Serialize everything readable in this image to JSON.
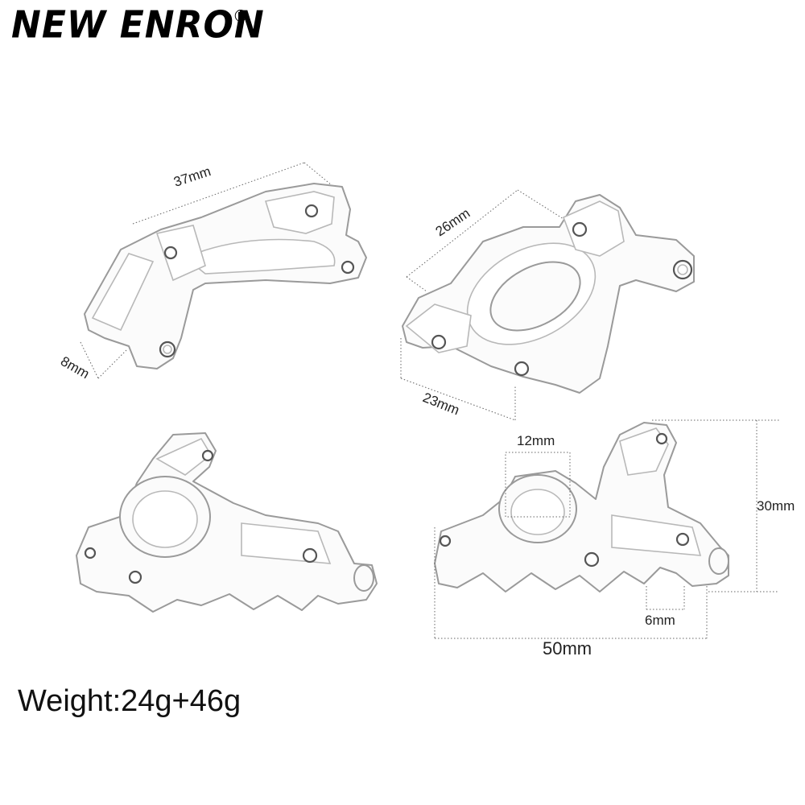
{
  "brand": {
    "name": "NEW ENRON",
    "registered": "®"
  },
  "dimensions": {
    "top_left_length": "37mm",
    "top_left_width": "8mm",
    "top_right_length": "26mm",
    "top_right_width": "23mm",
    "bottom_right_hole": "12mm",
    "bottom_right_height": "30mm",
    "bottom_right_foot": "6mm",
    "bottom_right_length": "50mm"
  },
  "weight": "Weight:24g+46g"
}
